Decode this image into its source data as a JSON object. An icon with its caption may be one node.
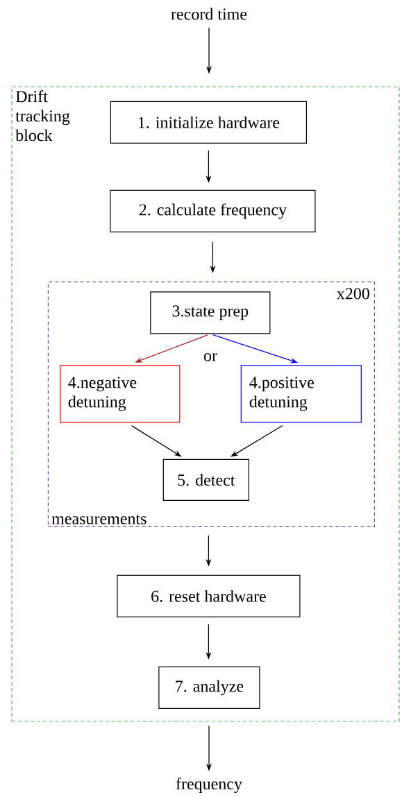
{
  "diagram": {
    "nodes": [
      {
        "text": [
          "record time"
        ]
      },
      {
        "text": [
          "Drift tracking block"
        ]
      },
      {
        "text": [
          "1. initialize hardware"
        ],
        "in": 1
      },
      {
        "text": [
          "2. calculate frequency"
        ],
        "in": 1
      },
      {
        "text": [
          "x200",
          "measurements"
        ],
        "in": 1
      },
      {
        "text": [
          "3.state prep"
        ],
        "in": 4
      },
      {
        "text": [
          "4.negative detuning"
        ],
        "in": 4
      },
      {
        "text": [
          "4.positive detuning"
        ],
        "in": 4
      },
      {
        "text": [
          "5. detect"
        ],
        "in": 4
      },
      {
        "text": [
          "6. reset hardware"
        ],
        "in": 1
      },
      {
        "text": [
          "7. analyze"
        ],
        "in": 1
      },
      {
        "text": [
          "frequency"
        ]
      }
    ],
    "edges": [
      {
        "from": 0,
        "to": 1,
        "arrow": "to"
      },
      {
        "from": 2,
        "to": 3,
        "arrow": "to"
      },
      {
        "from": 3,
        "to": 4,
        "arrow": "to"
      },
      {
        "from": 5,
        "to": 6,
        "arrow": "to",
        "color": "#b22222"
      },
      {
        "from": 5,
        "to": 7,
        "arrow": "to",
        "color": "#0000ff"
      },
      {
        "from": 6,
        "to": 8,
        "arrow": "to"
      },
      {
        "from": 7,
        "to": 8,
        "arrow": "to"
      },
      {
        "from": 4,
        "to": 9,
        "arrow": "to"
      },
      {
        "from": 9,
        "to": 10,
        "arrow": "to"
      },
      {
        "from": 1,
        "to": 11,
        "arrow": "to"
      }
    ],
    "labels": [
      "or"
    ]
  }
}
